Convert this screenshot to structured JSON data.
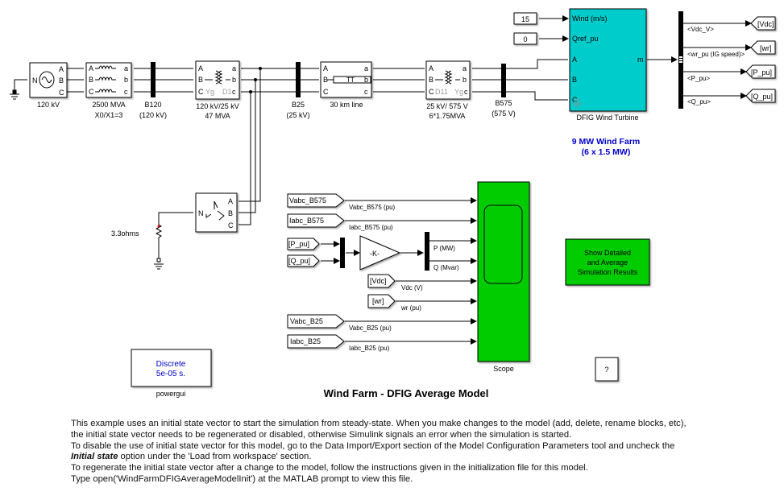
{
  "diagram": {
    "title": "Wind Farm - DFIG  Average Model",
    "colors": {
      "wind_turbine_fill": "#00CCCC",
      "scope_fill": "#00CC00",
      "results_button_fill": "#00CC00",
      "annotation_blue": "#0000CC",
      "powergui_text": "#0000CC",
      "line": "#000000",
      "bus_bar": "#000000"
    },
    "source": {
      "ports": [
        "N",
        "A",
        "B",
        "C"
      ],
      "label": "120 kV"
    },
    "grid_impedance": {
      "ports_in": [
        "A",
        "B",
        "C"
      ],
      "ports_out": [
        "a",
        "b",
        "c"
      ],
      "label_line1": "2500 MVA",
      "label_line2": "X0/X1=3"
    },
    "bus_b120": {
      "label_line1": "B120",
      "label_line2": "(120 kV)"
    },
    "transformer_120_25": {
      "ports_in": [
        "A",
        "B",
        "C"
      ],
      "ports_out": [
        "a",
        "b",
        "c"
      ],
      "winding1": "Yg",
      "winding2": "D1",
      "label_line1": "120 kV/25 kV",
      "label_line2": "47 MVA"
    },
    "bus_b25": {
      "label_line1": "B25",
      "label_line2": "(25 kV)"
    },
    "line_30km": {
      "ports_in": [
        "A",
        "B",
        "C"
      ],
      "ports_out": [
        "a",
        "b",
        "c"
      ],
      "symbol": "TT",
      "label": "30 km line"
    },
    "transformer_25_575": {
      "ports_in": [
        "A",
        "B",
        "C"
      ],
      "ports_out": [
        "a",
        "b",
        "c"
      ],
      "winding1": "D11",
      "winding2": "Yg",
      "label_line1": "25 kV/ 575 V",
      "label_line2": "6*1.75MVA"
    },
    "bus_b575": {
      "label_line1": "B575",
      "label_line2": "(575 V)"
    },
    "grounding_transformer": {
      "ports": [
        "N",
        "A",
        "B",
        "C"
      ]
    },
    "resistor": {
      "label": "3.3ohms"
    },
    "wind_input": {
      "value": "15"
    },
    "qref_input": {
      "value": "0"
    },
    "wind_turbine": {
      "ports_in": [
        "Wind (m/s)",
        "Qref_pu",
        "A",
        "B",
        "C"
      ],
      "port_out": "m",
      "label": "DFIG Wind Turbine"
    },
    "wind_farm_annotation": {
      "line1": "9 MW Wind Farm",
      "line2": "(6 x 1.5 MW)"
    },
    "bus_selector": {
      "signals": [
        "<Vdc_V>",
        "<wr_pu (IG speed)>",
        "<P_pu>",
        "<Q_pu>"
      ],
      "goto_tags": [
        "[Vdc]",
        "[wr]",
        "[P_pu]",
        "[Q_pu]"
      ]
    },
    "scope_inputs": {
      "from_vabc_b575": "Vabc_B575",
      "from_iabc_b575": "Iabc_B575",
      "from_p_pu": "[P_pu]",
      "from_q_pu": "[Q_pu]",
      "gain": "-K-",
      "from_vdc": "[Vdc]",
      "from_wr": "[wr]",
      "from_vabc_b25": "Vabc_B25",
      "from_iabc_b25": "Iabc_B25"
    },
    "signal_labels": {
      "vabc_b575": "Vabc_B575 (pu)",
      "iabc_b575": "Iabc_B575 (pu)",
      "p_mw": "P (MW)",
      "q_mvar": "Q (Mvar)",
      "vdc": "Vdc (V)",
      "wr": "wr (pu)",
      "vabc_b25": "Vabc_B25 (pu)",
      "iabc_b25": "Iabc_B25 (pu)"
    },
    "scope": {
      "label": "Scope"
    },
    "results_button": {
      "line1": "Show Detailed",
      "line2": "and Average",
      "line3": "Simulation Results"
    },
    "help_button": {
      "label": "?"
    },
    "powergui": {
      "line1": "Discrete",
      "line2": "5e-05 s.",
      "label": "powergui"
    }
  },
  "description": {
    "line1": "This example uses an initial state vector to start the simulation from steady-state. When you make changes to the model (add, delete, rename blocks, etc),",
    "line2": "the initial state vector needs to be regenerated or disabled, otherwise Simulink signals an error when the simulation is started.",
    "line3": "To disable the use of initial state vector for this model, go to the Data Import/Export section of the Model Configuration Parameters tool and uncheck the",
    "line4_bold": "Initial state",
    "line4_rest": " option under the 'Load from workspace' section.",
    "line5": "To regenerate the initial state vector after a change to the model, follow the instructions given in the initialization file for this model.",
    "line6": "Type open('WindFarmDFIGAverageModelInit') at the MATLAB prompt to view this file."
  }
}
